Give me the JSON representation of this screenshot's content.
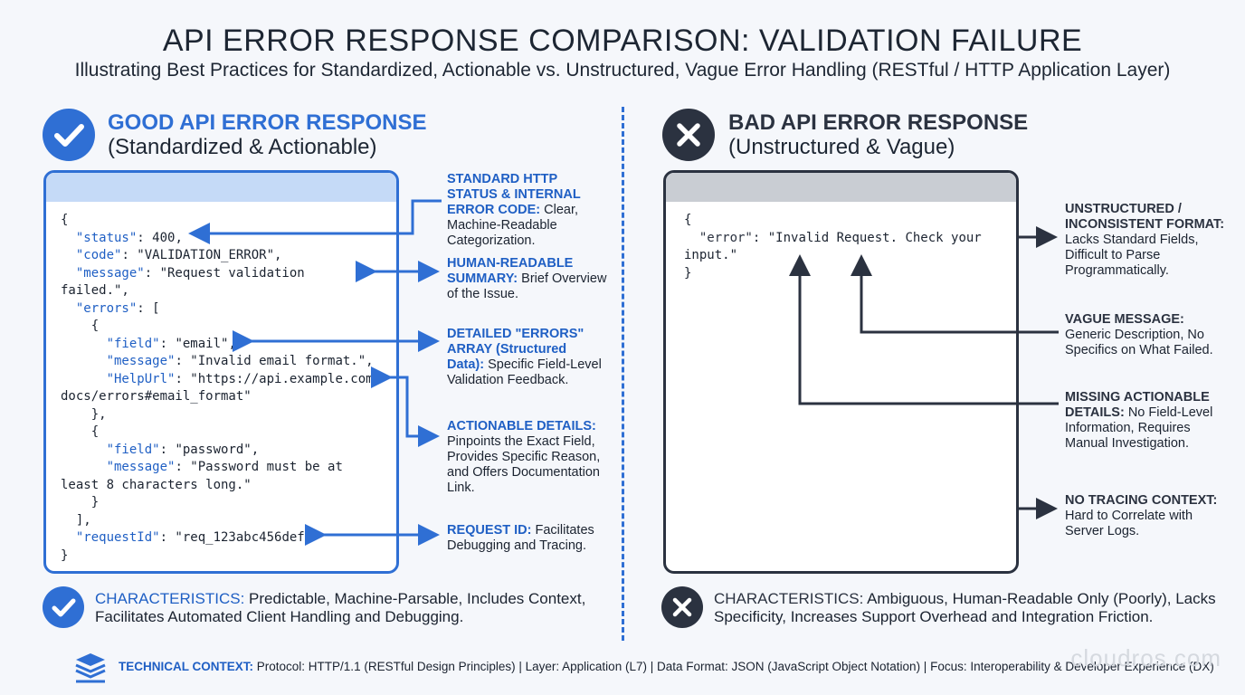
{
  "title": "API ERROR RESPONSE COMPARISON: VALIDATION FAILURE",
  "subtitle": "Illustrating Best Practices for Standardized, Actionable vs. Unstructured, Vague Error Handling (RESTful / HTTP Application Layer)",
  "colors": {
    "good": "#2f6fd4",
    "bad": "#2b3240"
  },
  "good": {
    "icon": "check-icon",
    "heading": "GOOD API ERROR RESPONSE",
    "subheading": "(Standardized & Actionable)",
    "code": [
      {
        "k": "",
        "v": "{"
      },
      {
        "k": "  \"status\"",
        "v": ": 400,"
      },
      {
        "k": "  \"code\"",
        "v": ": \"VALIDATION_ERROR\","
      },
      {
        "k": "  \"message\"",
        "v": ": \"Request validation"
      },
      {
        "k": "",
        "v": "failed.\","
      },
      {
        "k": "  \"errors\"",
        "v": ": ["
      },
      {
        "k": "",
        "v": "    {"
      },
      {
        "k": "      \"field\"",
        "v": ": \"email\","
      },
      {
        "k": "      \"message\"",
        "v": ": \"Invalid email format.\","
      },
      {
        "k": "      \"HelpUrl\"",
        "v": ": \"https://api.example.com/"
      },
      {
        "k": "",
        "v": "docs/errors#email_format\""
      },
      {
        "k": "",
        "v": "    },"
      },
      {
        "k": "",
        "v": "    {"
      },
      {
        "k": "      \"field\"",
        "v": ": \"password\","
      },
      {
        "k": "      \"message\"",
        "v": ": \"Password must be at"
      },
      {
        "k": "",
        "v": "least 8 characters long.\""
      },
      {
        "k": "",
        "v": "    }"
      },
      {
        "k": "",
        "v": "  ],"
      },
      {
        "k": "  \"requestId\"",
        "v": ": \"req_123abc456def\""
      },
      {
        "k": "",
        "v": "}"
      }
    ],
    "annotations": [
      {
        "title": "STANDARD HTTP STATUS & INTERNAL ERROR CODE:",
        "text": "Clear, Machine-Readable Categorization."
      },
      {
        "title": "HUMAN-READABLE SUMMARY:",
        "text": "Brief Overview of the Issue."
      },
      {
        "title": "DETAILED \"ERRORS\" ARRAY (Structured Data):",
        "text": "Specific Field-Level Validation Feedback."
      },
      {
        "title": "ACTIONABLE DETAILS:",
        "text": "Pinpoints the Exact Field, Provides Specific Reason, and Offers Documentation Link."
      },
      {
        "title": "REQUEST ID:",
        "text": "Facilitates Debugging and Tracing."
      }
    ],
    "characteristics_label": "CHARACTERISTICS:",
    "characteristics_text": "Predictable, Machine-Parsable, Includes Context, Facilitates Automated Client Handling and Debugging."
  },
  "bad": {
    "icon": "close-icon",
    "heading": "BAD API ERROR RESPONSE",
    "subheading": "(Unstructured & Vague)",
    "code": [
      {
        "k": "",
        "v": "{"
      },
      {
        "k": "  \"error\"",
        "v": ": \"Invalid Request. Check your"
      },
      {
        "k": "",
        "v": "input.\""
      },
      {
        "k": "",
        "v": "}"
      }
    ],
    "annotations": [
      {
        "title": "UNSTRUCTURED / INCONSISTENT FORMAT:",
        "text": "Lacks Standard Fields, Difficult to Parse Programmatically."
      },
      {
        "title": "VAGUE MESSAGE:",
        "text": "Generic Description, No Specifics on What Failed."
      },
      {
        "title": "MISSING ACTIONABLE DETAILS:",
        "text": "No Field-Level Information, Requires Manual Investigation."
      },
      {
        "title": "NO TRACING CONTEXT:",
        "text": "Hard to Correlate with Server Logs."
      }
    ],
    "characteristics_label": "CHARACTERISTICS:",
    "characteristics_text": "Ambiguous, Human-Readable Only (Poorly), Lacks Specificity, Increases Support Overhead and Integration Friction."
  },
  "footer": {
    "icon": "layers-stack-icon",
    "label": "TECHNICAL CONTEXT:",
    "text": "Protocol: HTTP/1.1 (RESTful Design Principles) | Layer: Application (L7) | Data Format: JSON (JavaScript Object Notation) | Focus: Interoperability & Developer Experience (DX)"
  },
  "watermark": "cloudros.com"
}
